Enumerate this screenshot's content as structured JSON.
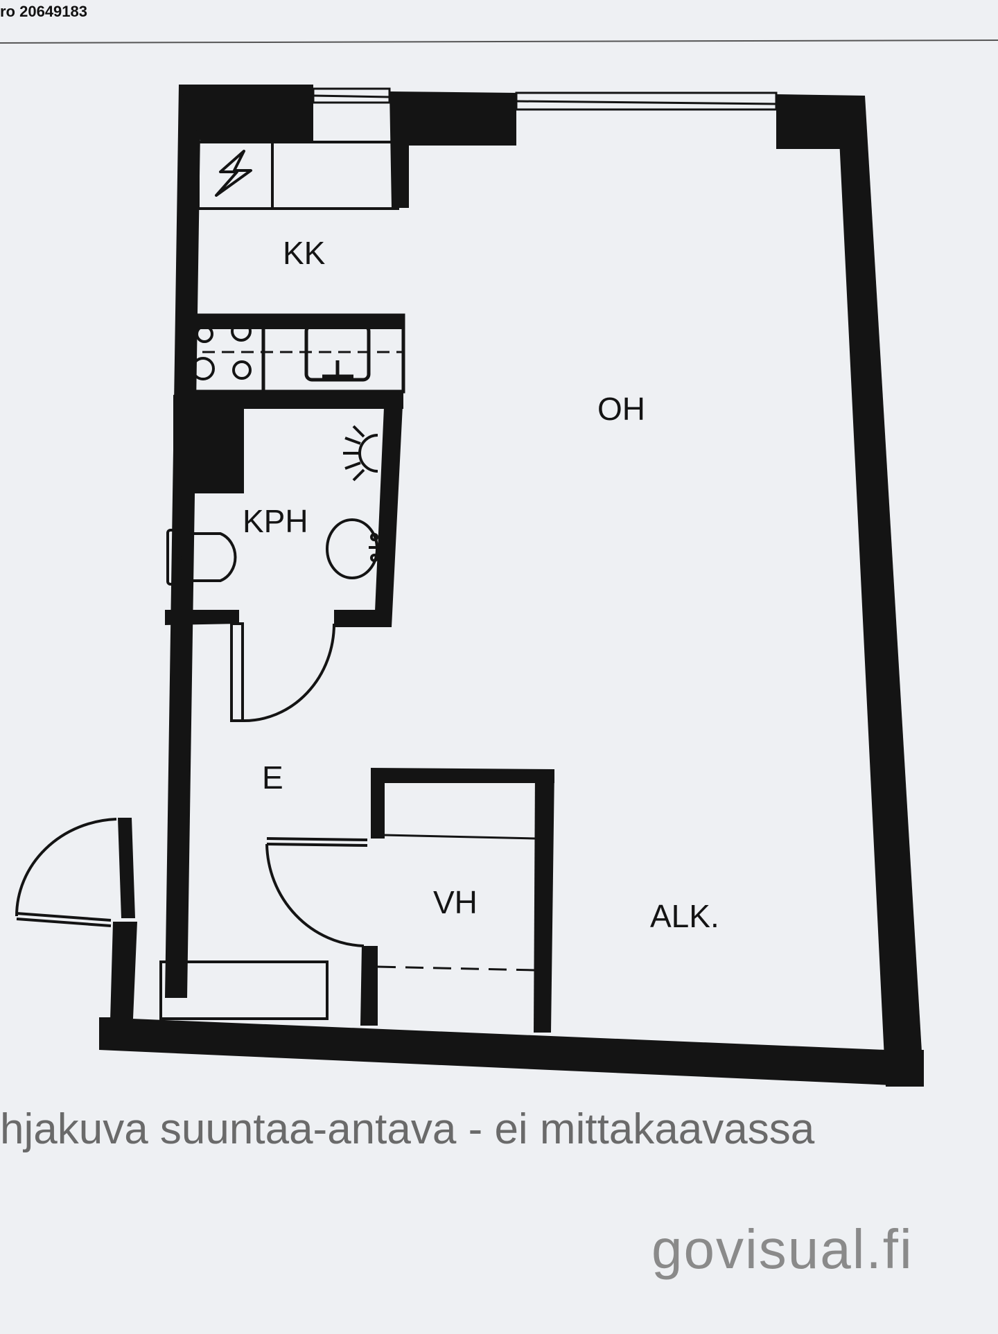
{
  "header": {
    "id_text": "ro 20649183"
  },
  "rooms": {
    "kitchen": "KK",
    "living": "OH",
    "bathroom": "KPH",
    "hall": "E",
    "wardrobe": "VH",
    "alcove": "ALK."
  },
  "footer": {
    "caption": "hjakuva suuntaa-antava - ei mittakaavassa",
    "brand": "govisual.fi"
  },
  "icons": [
    "electric-panel-icon",
    "stove-icon",
    "sink-icon",
    "shower-icon",
    "washbasin-icon",
    "toilet-icon"
  ],
  "colors": {
    "wall": "#141414",
    "paper": "#eef0f3",
    "caption": "#6a6a6a"
  }
}
